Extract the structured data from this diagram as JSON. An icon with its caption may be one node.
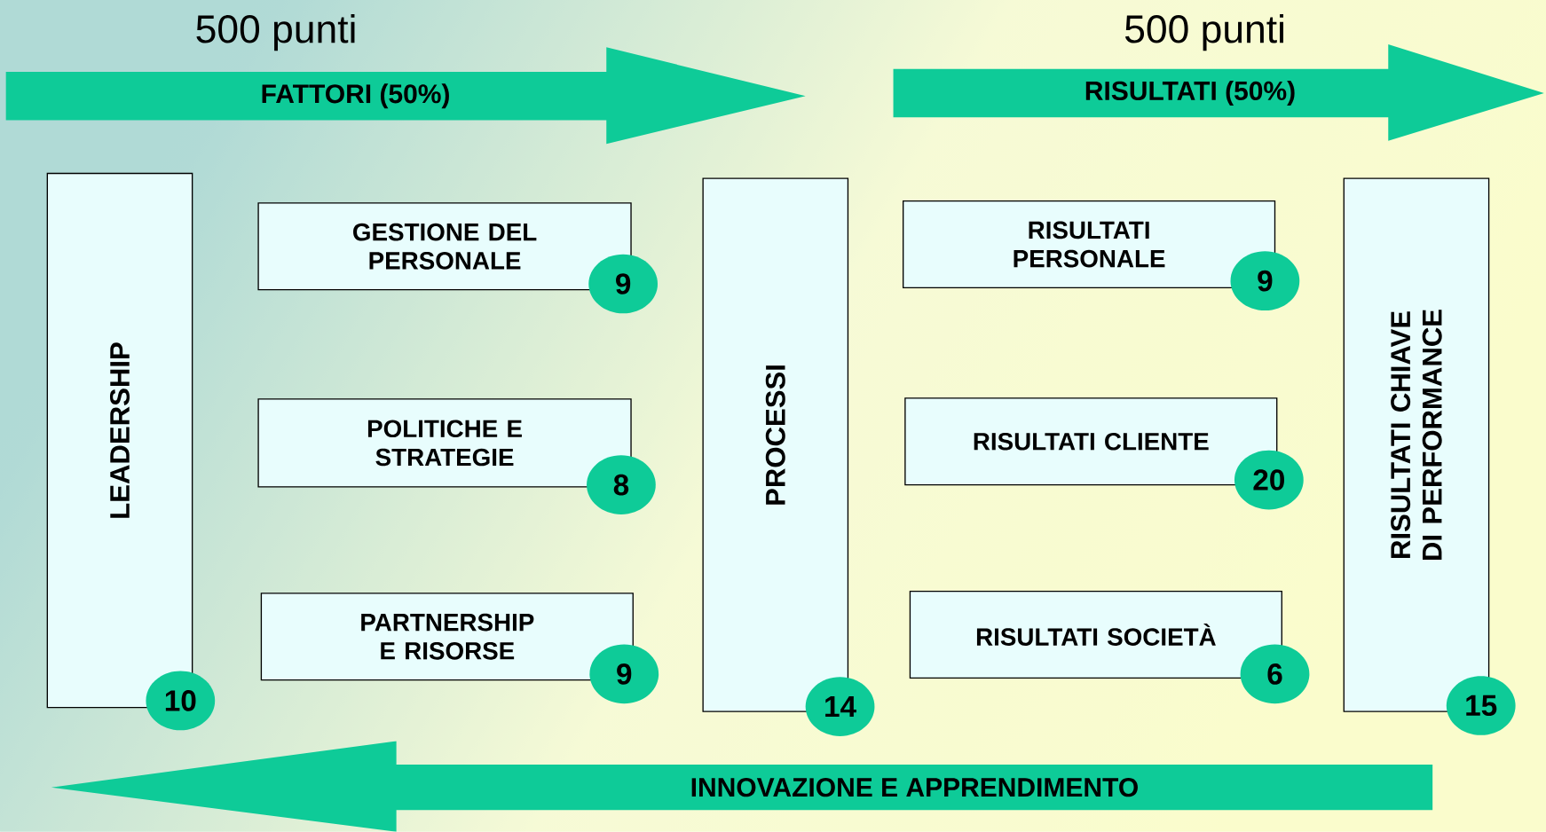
{
  "diagram": {
    "nodes": [
      {
        "text": [
          "500 punti",
          "FATTORI (50%)"
        ]
      },
      {
        "text": [
          "500 punti",
          "RISULTATI (50%)"
        ]
      },
      {
        "text": [
          "LEADERSHIP"
        ]
      },
      {
        "text": [
          "10"
        ]
      },
      {
        "text": [
          "GESTIONE DEL PERSONALE"
        ]
      },
      {
        "text": [
          "9"
        ]
      },
      {
        "text": [
          "POLITICHE E STRATEGIE"
        ]
      },
      {
        "text": [
          "8"
        ]
      },
      {
        "text": [
          "PARTNERSHIP E RISORSE"
        ]
      },
      {
        "text": [
          "9"
        ]
      },
      {
        "text": [
          "PROCESSI"
        ]
      },
      {
        "text": [
          "14"
        ]
      },
      {
        "text": [
          "RISULTATI PERSONALE"
        ]
      },
      {
        "text": [
          "9"
        ]
      },
      {
        "text": [
          "RISULTATI CLIENTE"
        ]
      },
      {
        "text": [
          "20"
        ]
      },
      {
        "text": [
          "RISULTATI SOCIETÀ"
        ]
      },
      {
        "text": [
          "6"
        ]
      },
      {
        "text": [
          "RISULTATI CHIAVE DI PERFORMANCE"
        ]
      },
      {
        "text": [
          "15"
        ]
      },
      {
        "text": [
          "INNOVAZIONE E APPRENDIMENTO"
        ]
      }
    ]
  }
}
